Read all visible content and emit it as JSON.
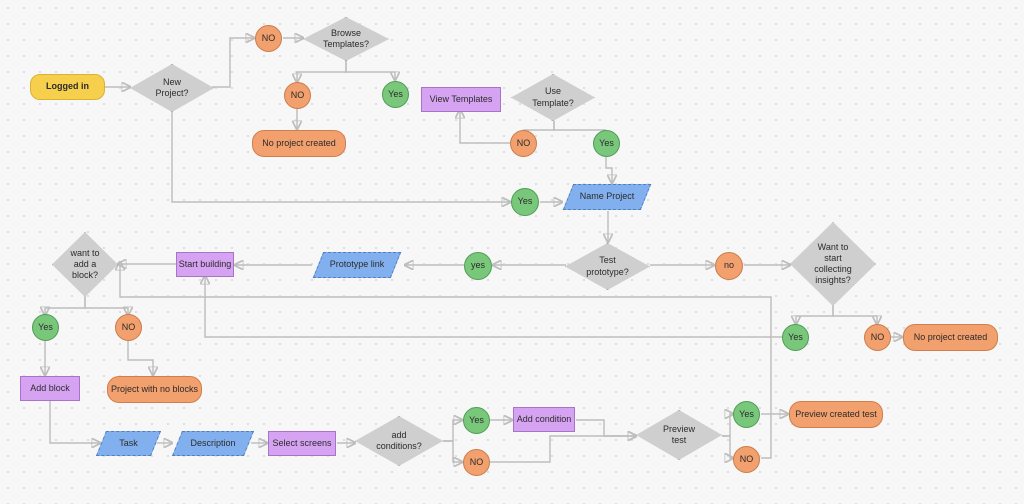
{
  "flowchart": {
    "start": "Logged in",
    "decisions": {
      "new_project": "New\nProject?",
      "browse_templates": "Browse\nTemplates?",
      "use_template": "Use\nTemplate?",
      "test_prototype": "Test\nprototype?",
      "want_collecting": "Want to\nstart\ncollecting\ninsights?",
      "want_add_block": "want to\nadd a\nblock?",
      "add_conditions": "add\nconditions?",
      "preview_test": "Preview\ntest"
    },
    "answers": {
      "no_1": "NO",
      "no_2": "NO",
      "yes_1": "Yes",
      "no_3": "NO",
      "yes_2": "Yes",
      "yes_3": "Yes",
      "yes_4": "yes",
      "no_4": "no",
      "yes_5": "Yes",
      "no_5": "NO",
      "yes_6": "Yes",
      "no_6": "NO",
      "yes_7": "Yes",
      "no_7": "NO",
      "yes_8": "Yes",
      "no_8": "NO"
    },
    "processes": {
      "view_templates": "View Templates",
      "start_building": "Start building",
      "add_block": "Add block",
      "select_screens": "Select screens",
      "add_condition": "Add condition"
    },
    "inputs": {
      "name_project": "Name Project",
      "prototype_link": "Prototype link",
      "task": "Task",
      "description": "Description"
    },
    "terminals": {
      "no_project_created_1": "No project created",
      "no_project_created_2": "No project created",
      "project_no_blocks": "Project with no blocks",
      "preview_created_test": "Preview created test"
    }
  }
}
